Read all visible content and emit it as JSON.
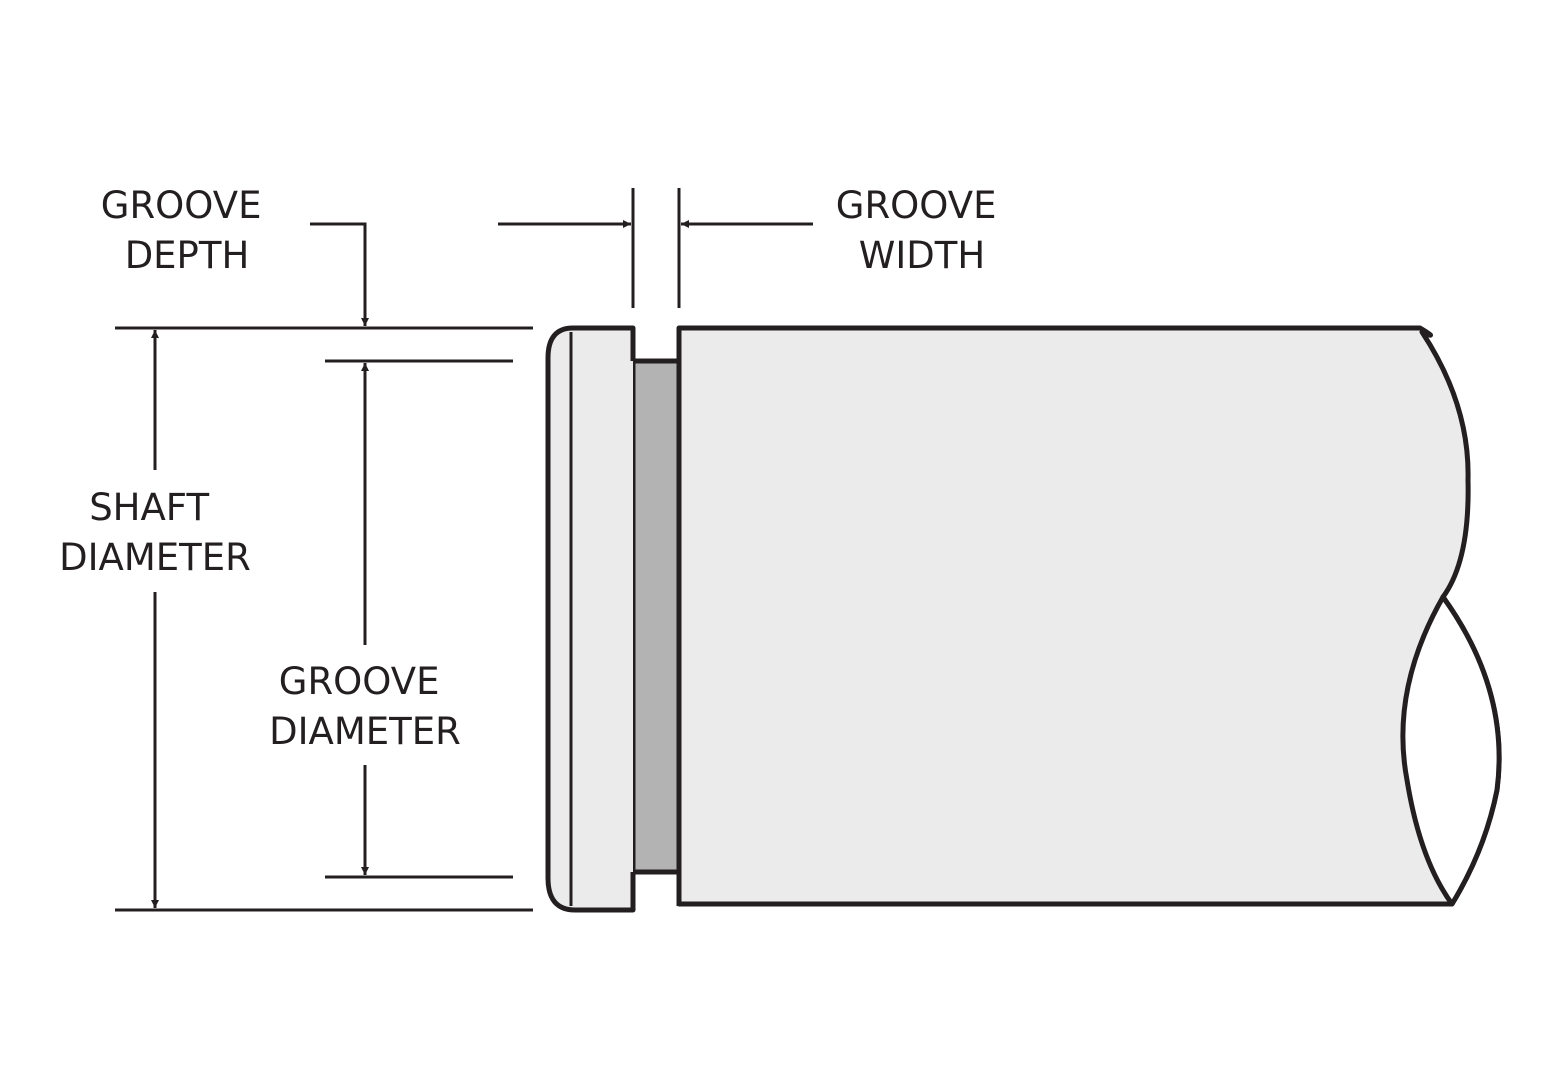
{
  "labels": {
    "groove_depth": [
      "GROOVE",
      "DEPTH"
    ],
    "groove_width": [
      "GROOVE",
      "WIDTH"
    ],
    "shaft_diameter": [
      "SHAFT",
      "DIAMETER"
    ],
    "groove_diameter": [
      "GROOVE",
      "DIAMETER"
    ]
  },
  "colors": {
    "line": "#231f20",
    "shaft_fill": "#ebebeb",
    "groove_fill": "#b3b3b3",
    "background": "#ffffff"
  }
}
